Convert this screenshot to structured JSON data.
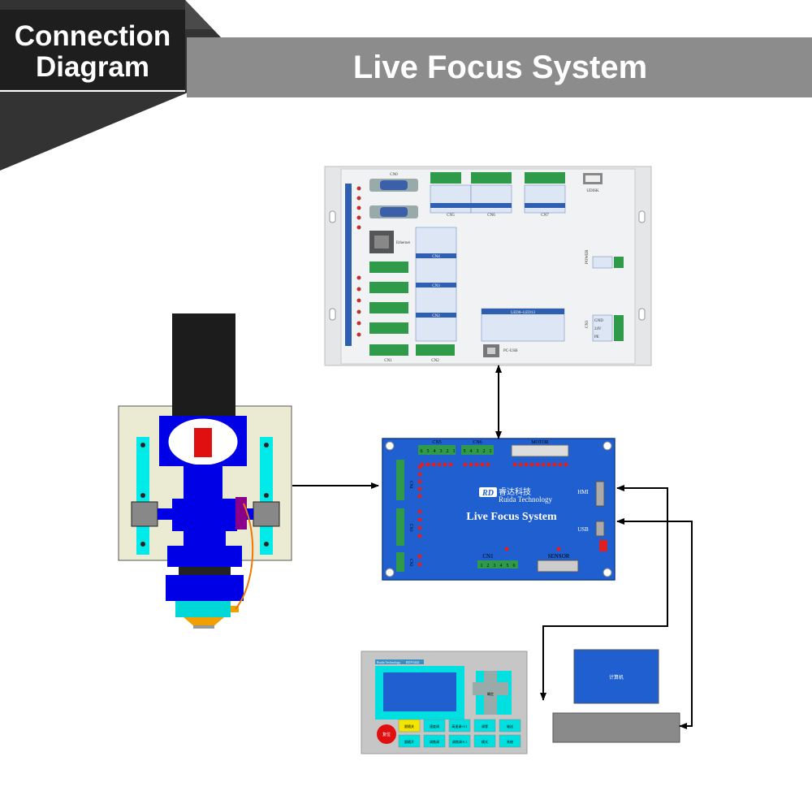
{
  "header": {
    "tag": [
      "Connection",
      "Diagram"
    ],
    "title": "Live Focus System"
  },
  "controller": {
    "port_labels": [
      "CN0",
      "CN5",
      "CN6",
      "CN7",
      "Ethernet",
      "CN4",
      "CN3",
      "CN2",
      "CN1",
      "CN2",
      "UDISK",
      "POWER",
      "LED0~LED13",
      "PC-USB",
      "CN3"
    ],
    "power_pins": [
      "GND",
      "24V",
      "PE"
    ]
  },
  "live_focus_board": {
    "name": "Live Focus System",
    "brand_logo": "RD",
    "brand_cn": "睿达科技",
    "brand_en": "Ruida Technology",
    "cn5": "CN5",
    "cn5_pins": [
      "6",
      "5",
      "4",
      "3",
      "2",
      "1"
    ],
    "cn6": "CN6",
    "cn6_pins": [
      "5",
      "4",
      "3",
      "2",
      "1"
    ],
    "motor": "MOTOR",
    "hmi": "HMI",
    "usb": "USB",
    "cn1": "CN1",
    "cn1_pins": [
      "1",
      "2",
      "3",
      "4",
      "5",
      "6"
    ],
    "sensor": "SENSOR",
    "side_labels": [
      "CN4",
      "CN3",
      "CN2"
    ]
  },
  "panel": {
    "brand": "Ruida Technology",
    "model": "RDV6442",
    "reset": "复位",
    "center": "确定",
    "keys": [
      "跟随关",
      "速度调",
      "高速调+0.1",
      "调零",
      "轴送",
      "跟随开",
      "调焦调",
      "调焦调-0.1",
      "模式",
      "系统"
    ]
  },
  "computer": {
    "label": "计算机"
  }
}
